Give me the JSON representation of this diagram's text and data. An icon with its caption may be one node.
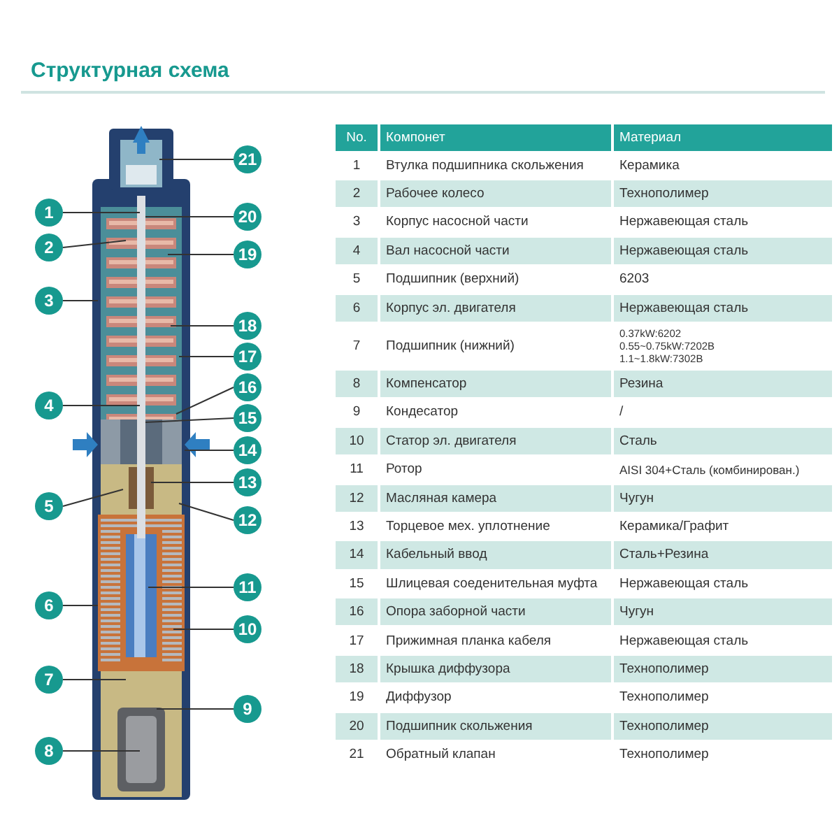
{
  "diagram": {
    "title": "Структурная схема",
    "nodes": [
      {
        "text": [
          "1"
        ]
      },
      {
        "text": [
          "2"
        ]
      },
      {
        "text": [
          "3"
        ]
      },
      {
        "text": [
          "4"
        ]
      },
      {
        "text": [
          "5"
        ]
      },
      {
        "text": [
          "6"
        ]
      },
      {
        "text": [
          "7"
        ]
      },
      {
        "text": [
          "8"
        ]
      },
      {
        "text": [
          "9"
        ]
      },
      {
        "text": [
          "10"
        ]
      },
      {
        "text": [
          "11"
        ]
      },
      {
        "text": [
          "12"
        ]
      },
      {
        "text": [
          "13"
        ]
      },
      {
        "text": [
          "14"
        ]
      },
      {
        "text": [
          "15"
        ]
      },
      {
        "text": [
          "16"
        ]
      },
      {
        "text": [
          "17"
        ]
      },
      {
        "text": [
          "18"
        ]
      },
      {
        "text": [
          "19"
        ]
      },
      {
        "text": [
          "20"
        ]
      },
      {
        "text": [
          "21"
        ]
      }
    ],
    "edges": [
      {
        "from": 0,
        "to": null,
        "arrow": "none"
      },
      {
        "from": 1,
        "to": null,
        "arrow": "none"
      },
      {
        "from": 2,
        "to": null,
        "arrow": "none"
      },
      {
        "from": 3,
        "to": null,
        "arrow": "none"
      },
      {
        "from": 4,
        "to": null,
        "arrow": "none"
      },
      {
        "from": 5,
        "to": null,
        "arrow": "none"
      },
      {
        "from": 6,
        "to": null,
        "arrow": "none"
      },
      {
        "from": 7,
        "to": null,
        "arrow": "none"
      },
      {
        "from": 8,
        "to": null,
        "arrow": "none"
      },
      {
        "from": 9,
        "to": null,
        "arrow": "none"
      },
      {
        "from": 10,
        "to": null,
        "arrow": "none"
      },
      {
        "from": 11,
        "to": null,
        "arrow": "none"
      },
      {
        "from": 12,
        "to": null,
        "arrow": "none"
      },
      {
        "from": 13,
        "to": null,
        "arrow": "none"
      },
      {
        "from": 14,
        "to": null,
        "arrow": "none"
      },
      {
        "from": 15,
        "to": null,
        "arrow": "none"
      },
      {
        "from": 16,
        "to": null,
        "arrow": "none"
      },
      {
        "from": 17,
        "to": null,
        "arrow": "none"
      },
      {
        "from": 18,
        "to": null,
        "arrow": "none"
      },
      {
        "from": 19,
        "to": null,
        "arrow": "none"
      },
      {
        "from": 20,
        "to": null,
        "arrow": "none"
      }
    ],
    "labels": [
      "No.",
      "Компонет",
      "Материал",
      "1",
      "Втулка подшипника скольжения",
      "Керамика",
      "2",
      "Рабочее колесо",
      "Технополимер",
      "3",
      "Корпус насосной части",
      "Нержавеющая сталь",
      "4",
      "Вал насосной части",
      "Нержавеющая сталь",
      "5",
      "Подшипник (верхний)",
      "6203",
      "6",
      "Корпус эл. двигателя",
      "Нержавеющая сталь",
      "7",
      "Подшипник (нижний)",
      "0.37kW:6202 0.55~0.75kW:7202B 1.1~1.8kW:7302B",
      "8",
      "Компенсатор",
      "Резина",
      "9",
      "Кондесатор",
      "/",
      "10",
      "Статор эл. двигателя",
      "Сталь",
      "11",
      "Ротор",
      "AISI 304+Сталь (комбинирован.)",
      "12",
      "Масляная камера",
      "Чугун",
      "13",
      "Торцевое мех. уплотнение",
      "Керамика/Графит",
      "14",
      "Кабельный ввод",
      "Сталь+Резина",
      "15",
      "Шлицевая соеденительная муфта",
      "Нержавеющая сталь",
      "16",
      "Опора заборной части",
      "Чугун",
      "17",
      "Прижимная планка кабеля",
      "Нержавеющая сталь",
      "18",
      "Крышка диффузора",
      "Технополимер",
      "19",
      "Диффузор",
      "Технополимер",
      "20",
      "Подшипник скольжения",
      "Технополимер",
      "21",
      "Обратный клапан",
      "Технополимер"
    ]
  }
}
